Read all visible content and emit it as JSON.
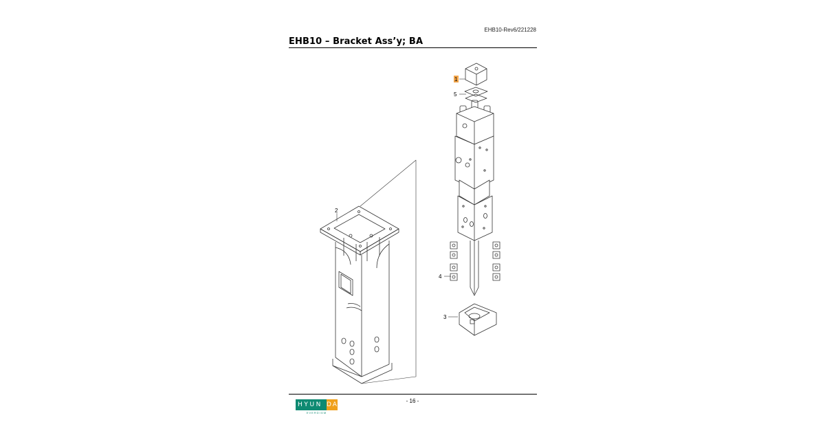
{
  "header": {
    "doc_code": "EHB10-Rev6/221228",
    "title": "EHB10 – Bracket Ass’y; BA"
  },
  "drawing": {
    "callouts": [
      "1",
      "5",
      "2",
      "4",
      "3"
    ]
  },
  "footer": {
    "page_number": "- 16 -",
    "logo_main": "HYUNDAI",
    "logo_main_a": "HYUN",
    "logo_main_b": "DAI",
    "logo_sub": "EVERDIGM"
  },
  "colors": {
    "highlight": "#f4a64a",
    "logo_green": "#0e8a72",
    "logo_orange": "#f0a11c"
  }
}
